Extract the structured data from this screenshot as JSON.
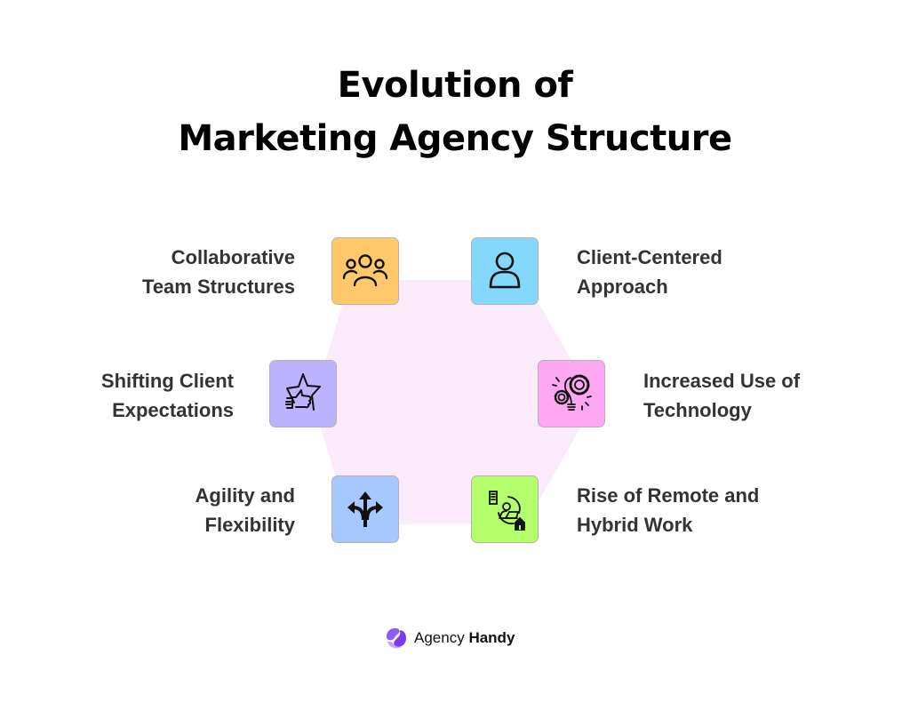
{
  "title": {
    "line1": "Evolution of",
    "line2": "Marketing Agency Structure"
  },
  "center_shape": {
    "type": "hexagon",
    "color": "#fbeafc"
  },
  "items": [
    {
      "id": "collaborative",
      "line1": "Collaborative",
      "line2": "Team Structures",
      "icon": "team-group-icon",
      "color": "#ffc96b",
      "side": "left"
    },
    {
      "id": "client-centered",
      "line1": "Client-Centered",
      "line2": "Approach",
      "icon": "user-person-icon",
      "color": "#84d8fb",
      "side": "right"
    },
    {
      "id": "shifting",
      "line1": "Shifting Client",
      "line2": "Expectations",
      "icon": "star-thumbs-up-icon",
      "color": "#bdb2fe",
      "side": "left"
    },
    {
      "id": "technology",
      "line1": "Increased Use of",
      "line2": "Technology",
      "icon": "gear-lightbulb-icon",
      "color": "#fda7f2",
      "side": "right"
    },
    {
      "id": "agility",
      "line1": "Agility and",
      "line2": "Flexibility",
      "icon": "split-arrows-icon",
      "color": "#a6c8fe",
      "side": "left"
    },
    {
      "id": "remote",
      "line1": "Rise of Remote and",
      "line2": "Hybrid Work",
      "icon": "remote-work-icon",
      "color": "#b4fd6b",
      "side": "right"
    }
  ],
  "brand": {
    "name_regular": "Agency",
    "name_bold": "Handy",
    "logo_color_1": "#8b5cf6",
    "logo_color_2": "#c4a5fb"
  }
}
